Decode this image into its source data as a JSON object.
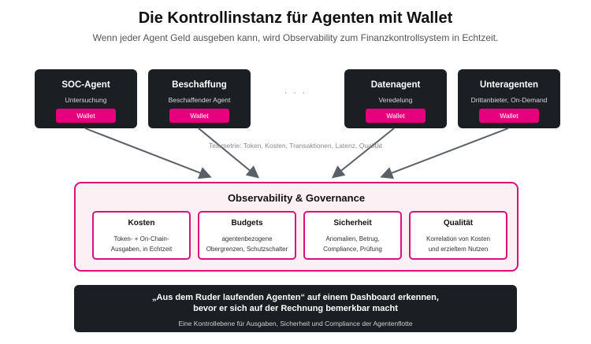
{
  "header": {
    "title": "Die Kontrollinstanz für Agenten mit Wallet",
    "subtitle": "Wenn jeder Agent Geld ausgeben kann, wird Observability zum Finanzkontrollsystem in Echtzeit."
  },
  "agents": [
    {
      "name": "SOC-Agent",
      "role": "Untersuchung",
      "wallet": "Wallet"
    },
    {
      "name": "Beschaffung",
      "role": "Beschaffender Agent",
      "wallet": "Wallet"
    },
    {
      "name": "Datenagent",
      "role": "Veredelung",
      "wallet": "Wallet"
    },
    {
      "name": "Unteragenten",
      "role": "Drittanbieter, On-Demand",
      "wallet": "Wallet"
    }
  ],
  "ellipsis": "· · ·",
  "telemetry": "Telemetrie: Token, Kosten, Transaktionen, Latenz, Qualität",
  "governance": {
    "title": "Observability & Governance",
    "cards": [
      {
        "title": "Kosten",
        "line1": "Token- + On-Chain-",
        "line2": "Ausgaben, in Echtzeit"
      },
      {
        "title": "Budgets",
        "line1": "agentenbezogene",
        "line2": "Obergrenzen, Schutzschalter"
      },
      {
        "title": "Sicherheit",
        "line1": "Anomalien, Betrug,",
        "line2": "Compliance, Prüfung"
      },
      {
        "title": "Qualität",
        "line1": "Korrelation von Kosten",
        "line2": "und erzieltem Nutzen"
      }
    ]
  },
  "footer": {
    "quote_line1": "„Aus dem Ruder laufenden Agenten“ auf einem Dashboard erkennen,",
    "quote_line2": "bevor er sich auf der Rechnung bemerkbar macht",
    "subline": "Eine Kontrollebene für Ausgaben, Sicherheit und Compliance der Agentenflotte"
  },
  "colors": {
    "accent": "#e6007e",
    "border": "#d8127d",
    "dark_box": "#1b1e22",
    "arrow": "#5a6068"
  }
}
